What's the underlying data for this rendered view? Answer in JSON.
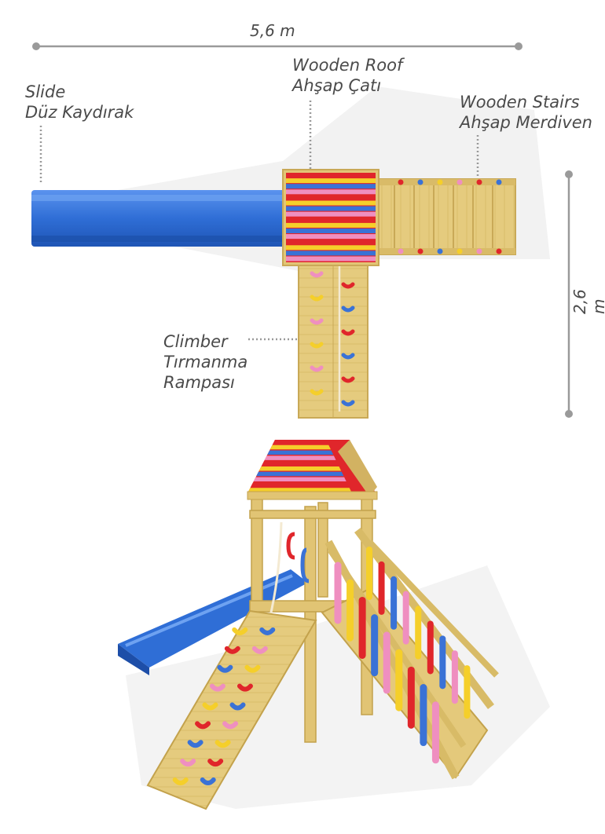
{
  "dimensions": {
    "width_label": "5,6 m",
    "depth_label": "2,6 m"
  },
  "labels": {
    "slide": {
      "en": "Slide",
      "tr": "Düz Kaydırak"
    },
    "roof": {
      "en": "Wooden Roof",
      "tr": "Ahşap Çatı"
    },
    "stairs": {
      "en": "Wooden Stairs",
      "tr": "Ahşap Merdiven"
    },
    "climber": {
      "line1": "Climber",
      "line2": "Tırmanma",
      "line3": "Rampası"
    }
  },
  "colors": {
    "wood": "#e3c878",
    "wood_dark": "#c9a957",
    "slide_blue": "#2f6ed6",
    "roof_red": "#e0262b",
    "roof_yellow": "#f5cf2a",
    "roof_blue": "#3a72d6",
    "roof_pink": "#ef8fc0",
    "dimension_grey": "#9a9a9a"
  }
}
